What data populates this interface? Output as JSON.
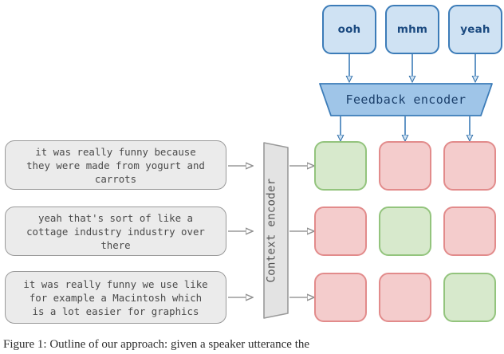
{
  "figure": {
    "caption": "Figure 1:  Outline of our approach: given a speaker utterance the"
  },
  "feedback": {
    "tokens": [
      {
        "label": "ooh"
      },
      {
        "label": "mhm"
      },
      {
        "label": "yeah"
      }
    ],
    "encoder_label": "Feedback  encoder"
  },
  "context": {
    "encoder_label": "Context  encoder",
    "utterances": [
      {
        "text": "it was really funny because\nthey were made from yogurt and\ncarrots"
      },
      {
        "text": "yeah that's sort of like a\ncottage industry industry over\nthere"
      },
      {
        "text": "it was really funny we use like\nfor example a Macintosh which\nis a lot easier for graphics"
      }
    ]
  },
  "matrix": {
    "rows": [
      {
        "cells": [
          "match",
          "nomatch",
          "nomatch"
        ]
      },
      {
        "cells": [
          "nomatch",
          "match",
          "nomatch"
        ]
      },
      {
        "cells": [
          "nomatch",
          "nomatch",
          "match"
        ]
      }
    ]
  },
  "colors": {
    "feedback_fill": "#cfe2f3",
    "feedback_border": "#3c7cb8",
    "feedback_text": "#1b4a80",
    "encoder_fill": "#9fc5e8",
    "encoder_border": "#3c7cb8",
    "encoder_text": "#1b3f6b",
    "context_fill": "#e0e0e0",
    "context_border": "#9a9a9a",
    "utterance_fill": "#ebebeb",
    "utterance_border": "#9a9a9a",
    "utterance_text": "#4a4a4a",
    "match_fill": "#d7e9cc",
    "match_border": "#93c47d",
    "nomatch_fill": "#f4cccc",
    "nomatch_border": "#e28b8b",
    "arrow_blue": "#3c7cb8",
    "arrow_gray": "#9a9a9a"
  }
}
